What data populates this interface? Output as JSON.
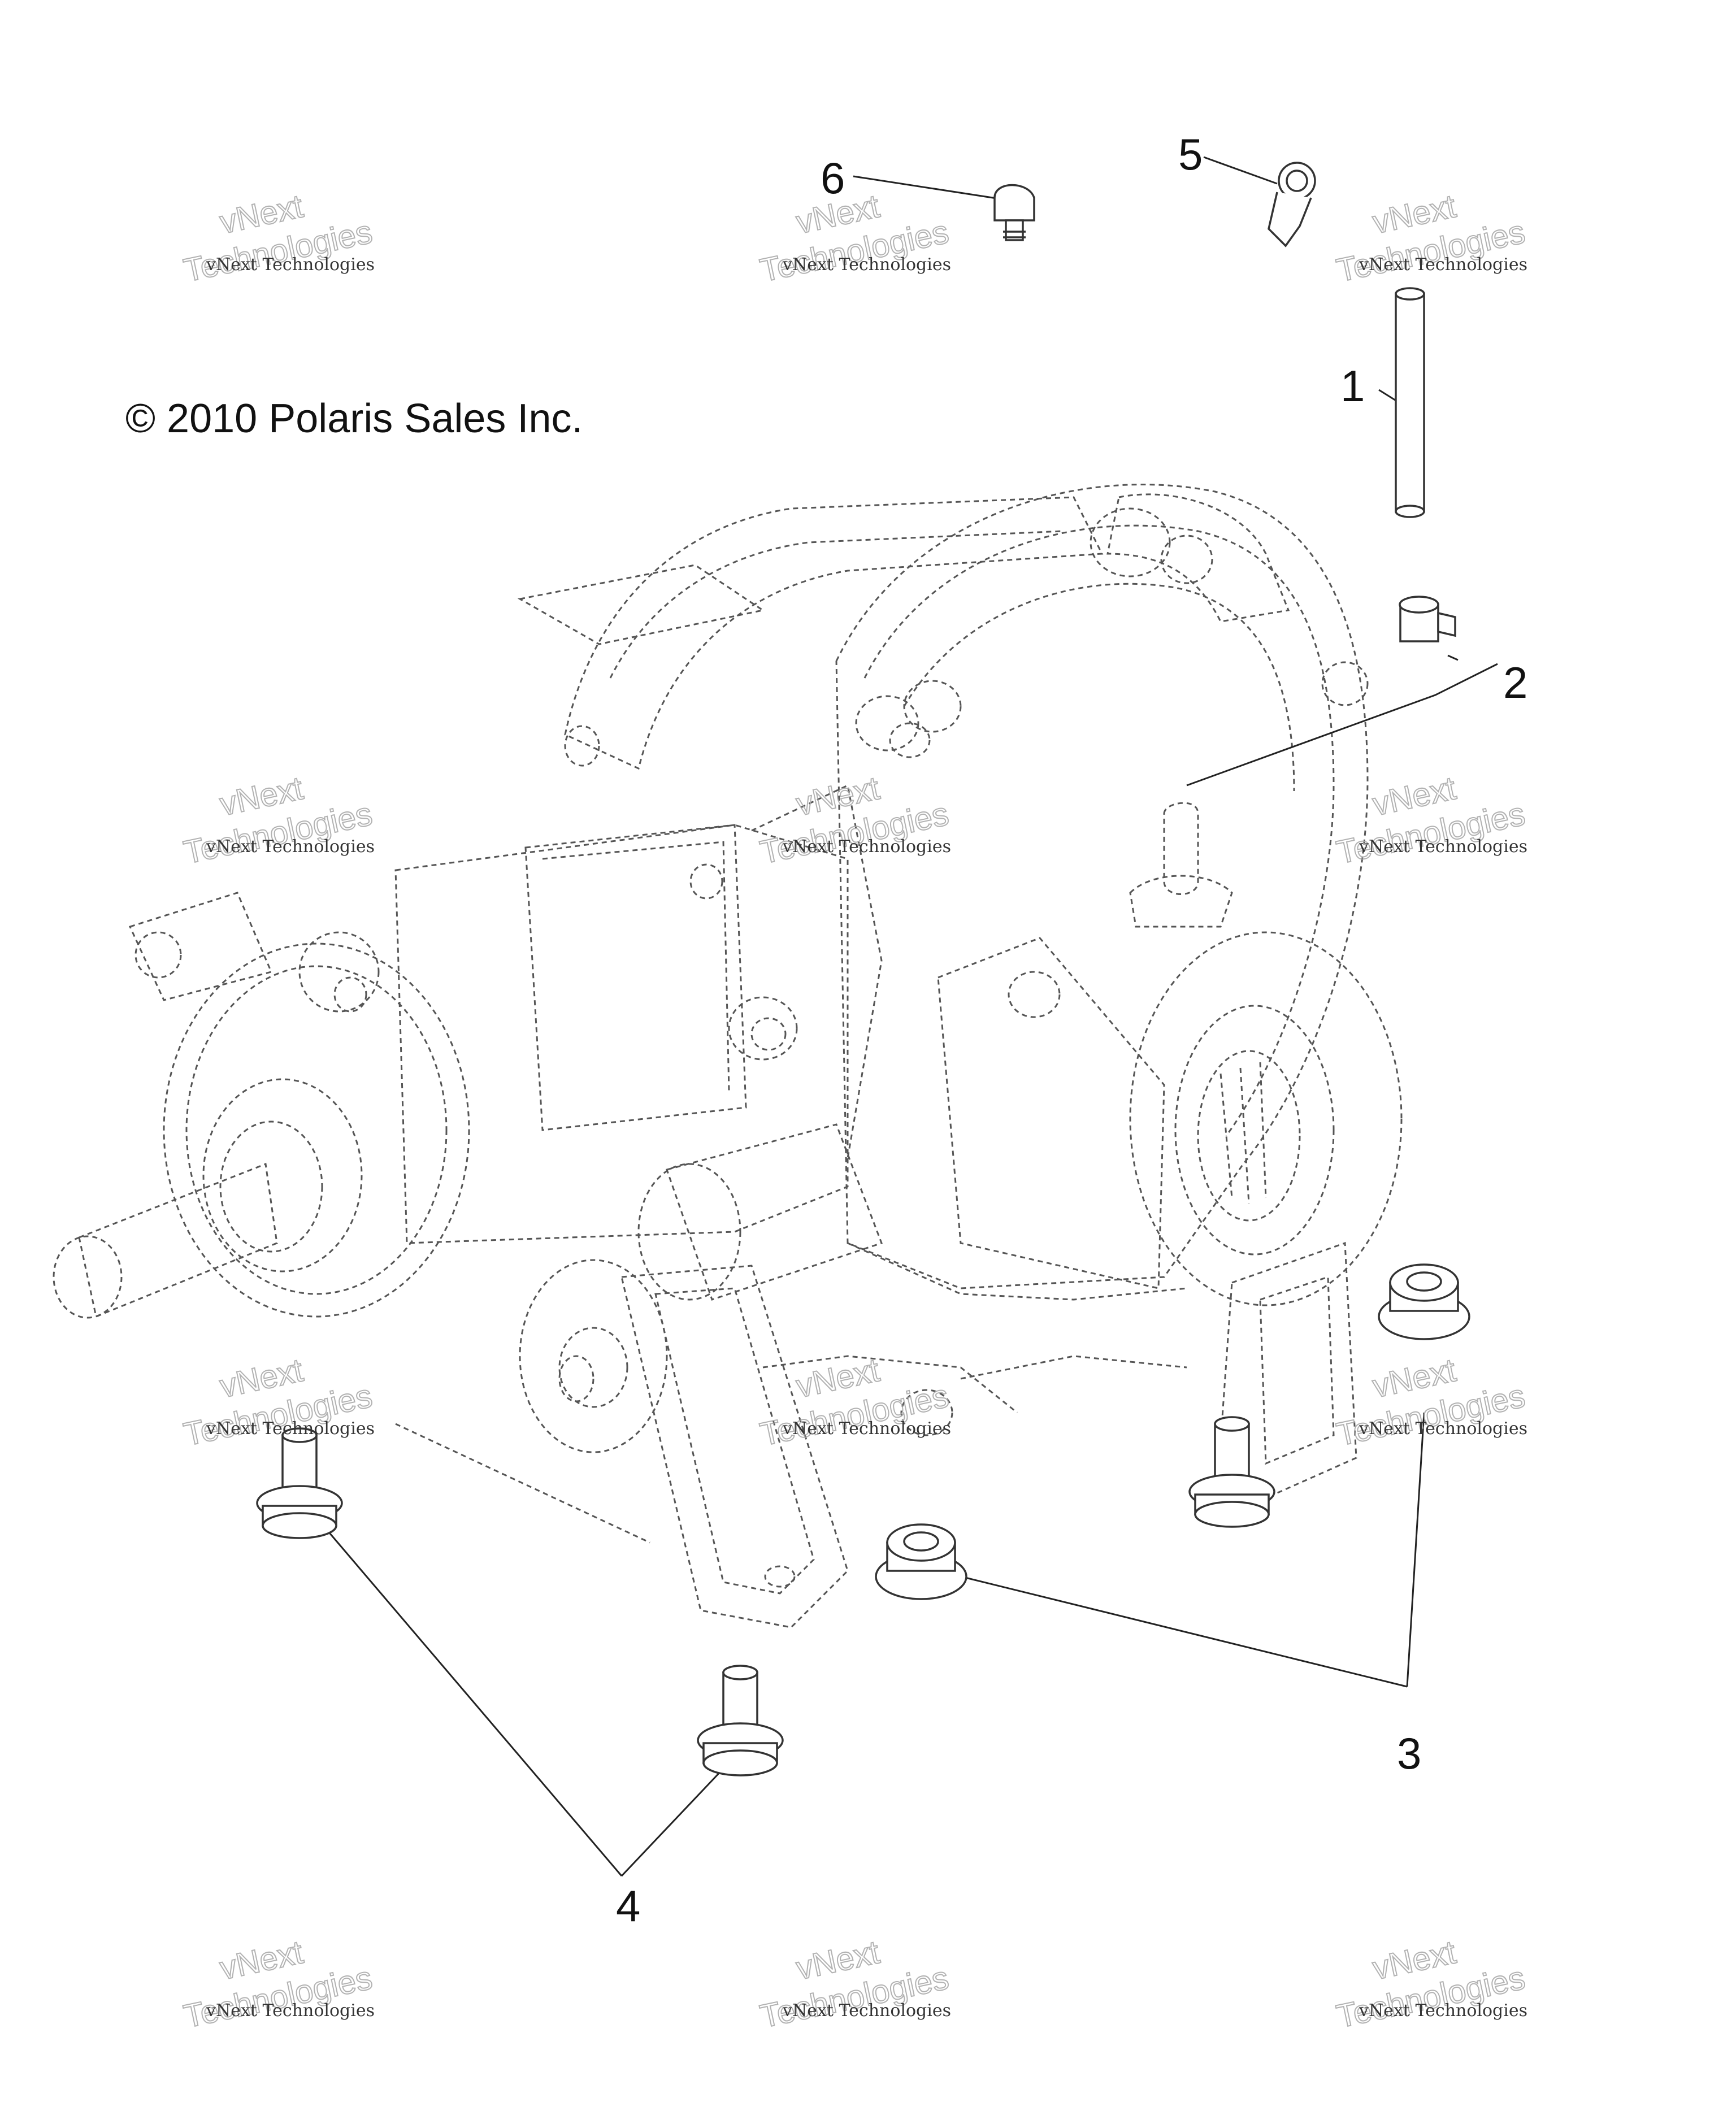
{
  "copyright": "© 2010 Polaris Sales Inc.",
  "watermark": {
    "brand_line_1": "vNext",
    "brand_line_2": "Technologies",
    "small_text": "vNext Technologies"
  },
  "callouts": [
    {
      "number": "1",
      "part": "pin"
    },
    {
      "number": "2",
      "part": "clip"
    },
    {
      "number": "3",
      "part": "flange nut"
    },
    {
      "number": "4",
      "part": "flange bolt"
    },
    {
      "number": "5",
      "part": "hose clamp"
    },
    {
      "number": "6",
      "part": "wire clip"
    }
  ]
}
